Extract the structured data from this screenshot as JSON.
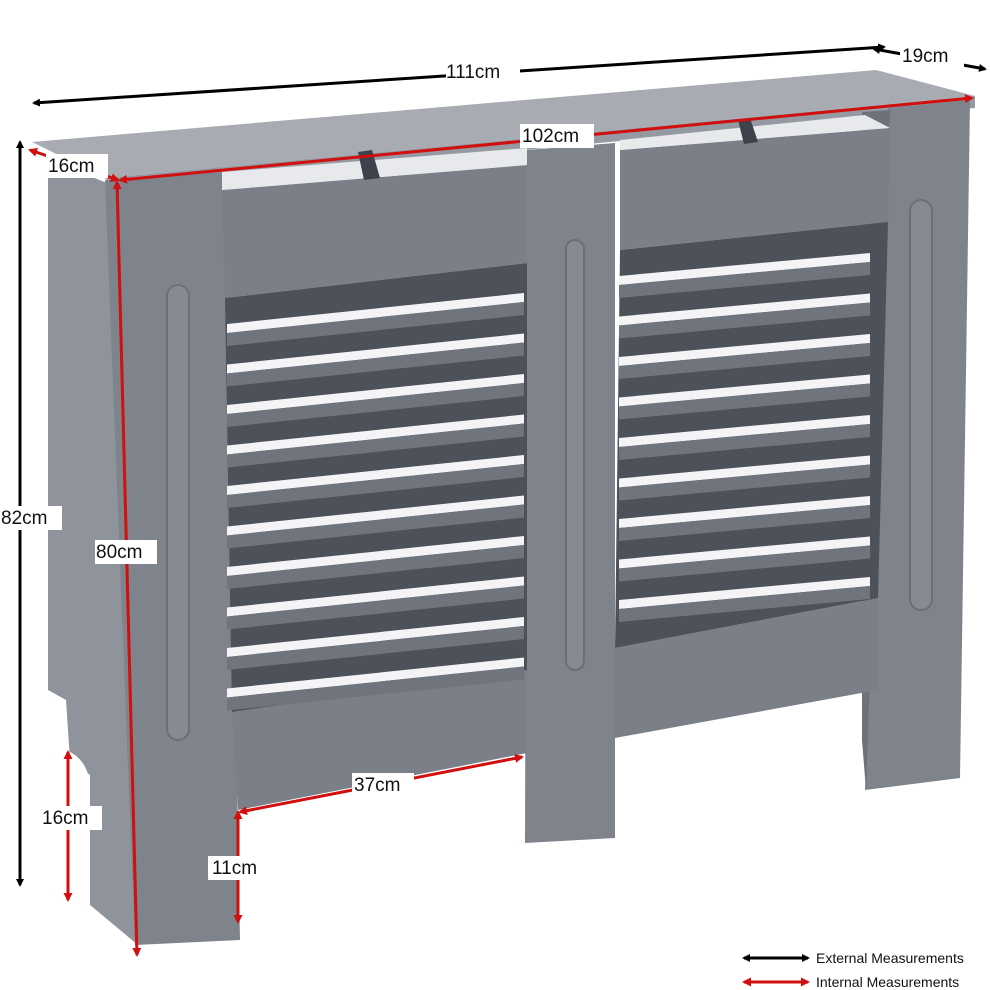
{
  "measurements": {
    "external_width": "111cm",
    "external_depth": "19cm",
    "external_height": "82cm",
    "internal_width": "102cm",
    "internal_depth": "16cm",
    "internal_height": "80cm",
    "panel_width": "37cm",
    "foot_cutout_height": "16cm",
    "bottom_clearance": "11cm"
  },
  "legend": {
    "external_label": "External Measurements",
    "internal_label": "Internal Measurements"
  },
  "colors": {
    "external_arrow": "#000000",
    "internal_arrow": "#d10f0f",
    "cabinet_front": "#7d828c",
    "cabinet_side": "#8c9098",
    "cabinet_top": "#a7abb1",
    "slat_light": "#f4f4f6",
    "slat_dark": "#4a4f58"
  }
}
